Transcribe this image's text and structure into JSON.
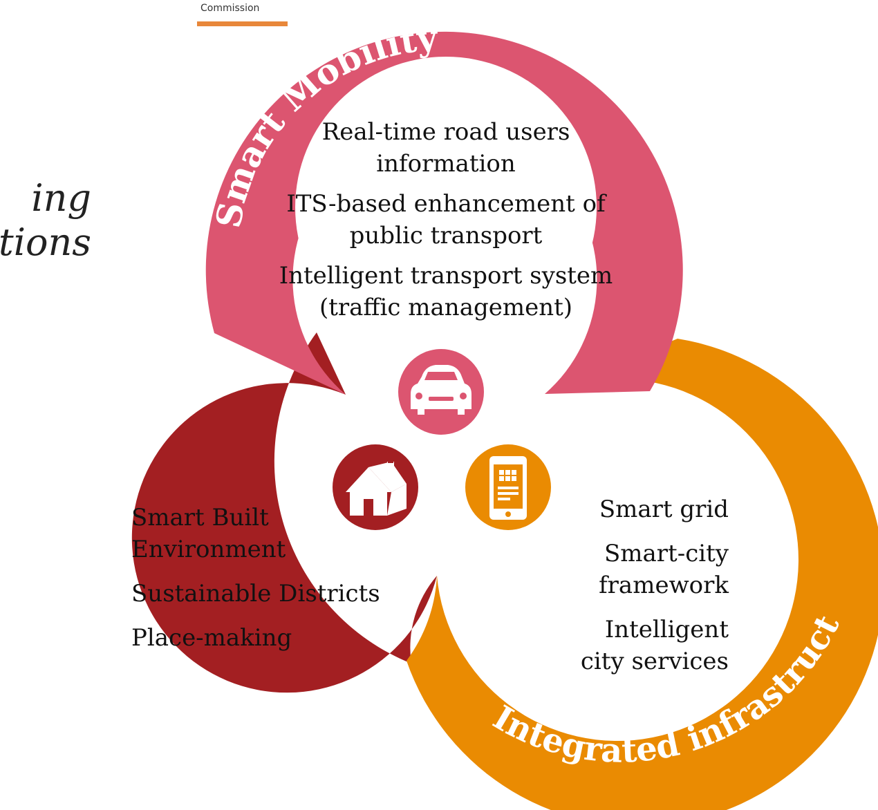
{
  "header": {
    "org_fragment": "Commission"
  },
  "intro": {
    "line1": "ing",
    "line2": "tions"
  },
  "colors": {
    "smart_mobility": "#dc5570",
    "built_environment": "#a31f22",
    "integrated_infrastructure": "#ea8b02",
    "accent_bar": "#e8873a"
  },
  "pillars": {
    "smart_mobility": {
      "title": "Smart Mobility",
      "icon": "car-icon",
      "items": [
        "Real-time road users information",
        "ITS-based enhancement of public transport",
        "Intelligent transport system (traffic management)"
      ]
    },
    "built_environment": {
      "title": "Built environment",
      "icon": "house-icon",
      "items": [
        "Smart Built Environment",
        "Sustainable Districts",
        "Place-making"
      ]
    },
    "integrated_infrastructure": {
      "title": "Integrated infrastructure",
      "icon": "smartphone-icon",
      "items": [
        "Smart grid",
        "Smart-city framework",
        "Intelligent city services"
      ]
    }
  }
}
